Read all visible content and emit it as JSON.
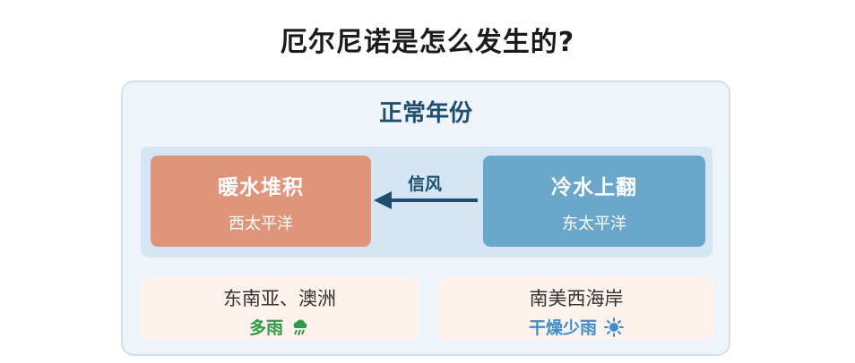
{
  "title": "厄尔尼诺是怎么发生的?",
  "panel": {
    "title": "正常年份",
    "warm_pool": {
      "title": "暖水堆积",
      "location": "西太平洋"
    },
    "cold_upwelling": {
      "title": "冷水上翻",
      "location": "东太平洋"
    },
    "wind": {
      "label": "信风",
      "direction": "east-to-west"
    },
    "regions": [
      {
        "name": "东南亚、澳洲",
        "weather": "多雨",
        "icon": "rain-cloud-icon",
        "color": "#2f9a4a"
      },
      {
        "name": "南美西海岸",
        "weather": "干燥少雨",
        "icon": "sun-icon",
        "color": "#3d8fcc"
      }
    ]
  },
  "colors": {
    "warm": "#e0957b",
    "cold": "#6aa7cb",
    "accent": "#1f4d6f"
  }
}
